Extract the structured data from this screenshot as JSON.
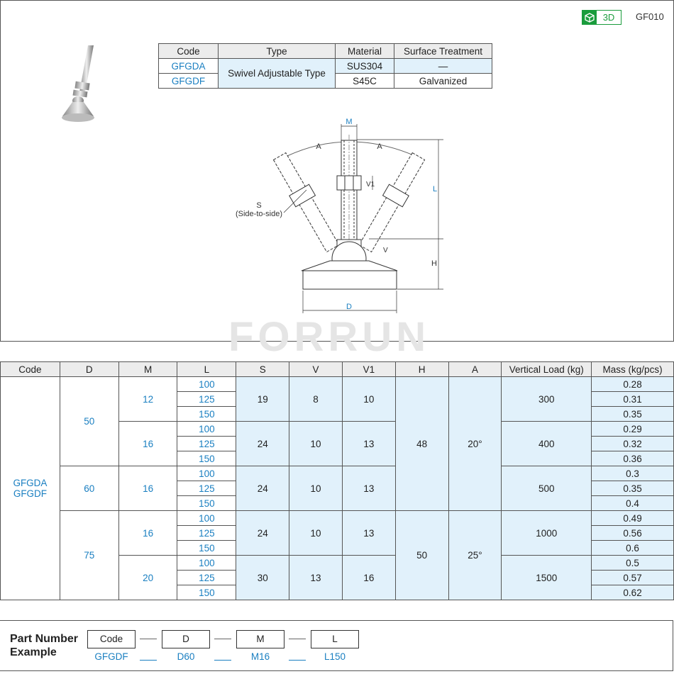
{
  "header": {
    "badge_3d": "3D",
    "code": "GF010",
    "accent": "#1a9c3c"
  },
  "top_table": {
    "headers": [
      "Code",
      "Type",
      "Material",
      "Surface Treatment"
    ],
    "rows": [
      {
        "code": "GFGDA",
        "material": "SUS304",
        "treatment": "—"
      },
      {
        "code": "GFGDF",
        "material": "S45C",
        "treatment": "Galvanized"
      }
    ],
    "type": "Swivel Adjustable Type"
  },
  "drawing": {
    "label_m": "M",
    "label_a": "A",
    "label_l": "L",
    "label_v1": "V1",
    "label_v": "V",
    "label_h": "H",
    "label_d": "D",
    "label_s": "S",
    "label_s_note": "(Side-to-side)"
  },
  "watermark": "FORRUN",
  "spec_table": {
    "headers": [
      "Code",
      "D",
      "M",
      "L",
      "S",
      "V",
      "V1",
      "H",
      "A",
      "Vertical Load (kg)",
      "Mass (kg/pcs)"
    ],
    "code_line1": "GFGDA",
    "code_line2": "GFGDF",
    "groups": [
      {
        "D": "50",
        "M": "12",
        "S": "19",
        "V": "8",
        "V1": "10",
        "load": "300",
        "rows": [
          {
            "L": "100",
            "mass": "0.28"
          },
          {
            "L": "125",
            "mass": "0.31"
          },
          {
            "L": "150",
            "mass": "0.35"
          }
        ]
      },
      {
        "D": "",
        "M": "16",
        "S": "24",
        "V": "10",
        "V1": "13",
        "load": "400",
        "rows": [
          {
            "L": "100",
            "mass": "0.29"
          },
          {
            "L": "125",
            "mass": "0.32"
          },
          {
            "L": "150",
            "mass": "0.36"
          }
        ]
      },
      {
        "D": "60",
        "M": "16",
        "S": "24",
        "V": "10",
        "V1": "13",
        "load": "500",
        "rows": [
          {
            "L": "100",
            "mass": "0.3"
          },
          {
            "L": "125",
            "mass": "0.35"
          },
          {
            "L": "150",
            "mass": "0.4"
          }
        ]
      },
      {
        "D": "75",
        "M": "16",
        "S": "24",
        "V": "10",
        "V1": "13",
        "load": "1000",
        "rows": [
          {
            "L": "100",
            "mass": "0.49"
          },
          {
            "L": "125",
            "mass": "0.56"
          },
          {
            "L": "150",
            "mass": "0.6"
          }
        ]
      },
      {
        "D": "",
        "M": "20",
        "S": "30",
        "V": "13",
        "V1": "16",
        "load": "1500",
        "rows": [
          {
            "L": "100",
            "mass": "0.5"
          },
          {
            "L": "125",
            "mass": "0.57"
          },
          {
            "L": "150",
            "mass": "0.62"
          }
        ]
      }
    ],
    "H_a": "48",
    "A_a": "20°",
    "H_b": "50",
    "A_b": "25°"
  },
  "part_number": {
    "title_line1": "Part Number",
    "title_line2": "Example",
    "fields": [
      "Code",
      "D",
      "M",
      "L"
    ],
    "values": [
      "GFGDF",
      "D60",
      "M16",
      "L150"
    ]
  }
}
